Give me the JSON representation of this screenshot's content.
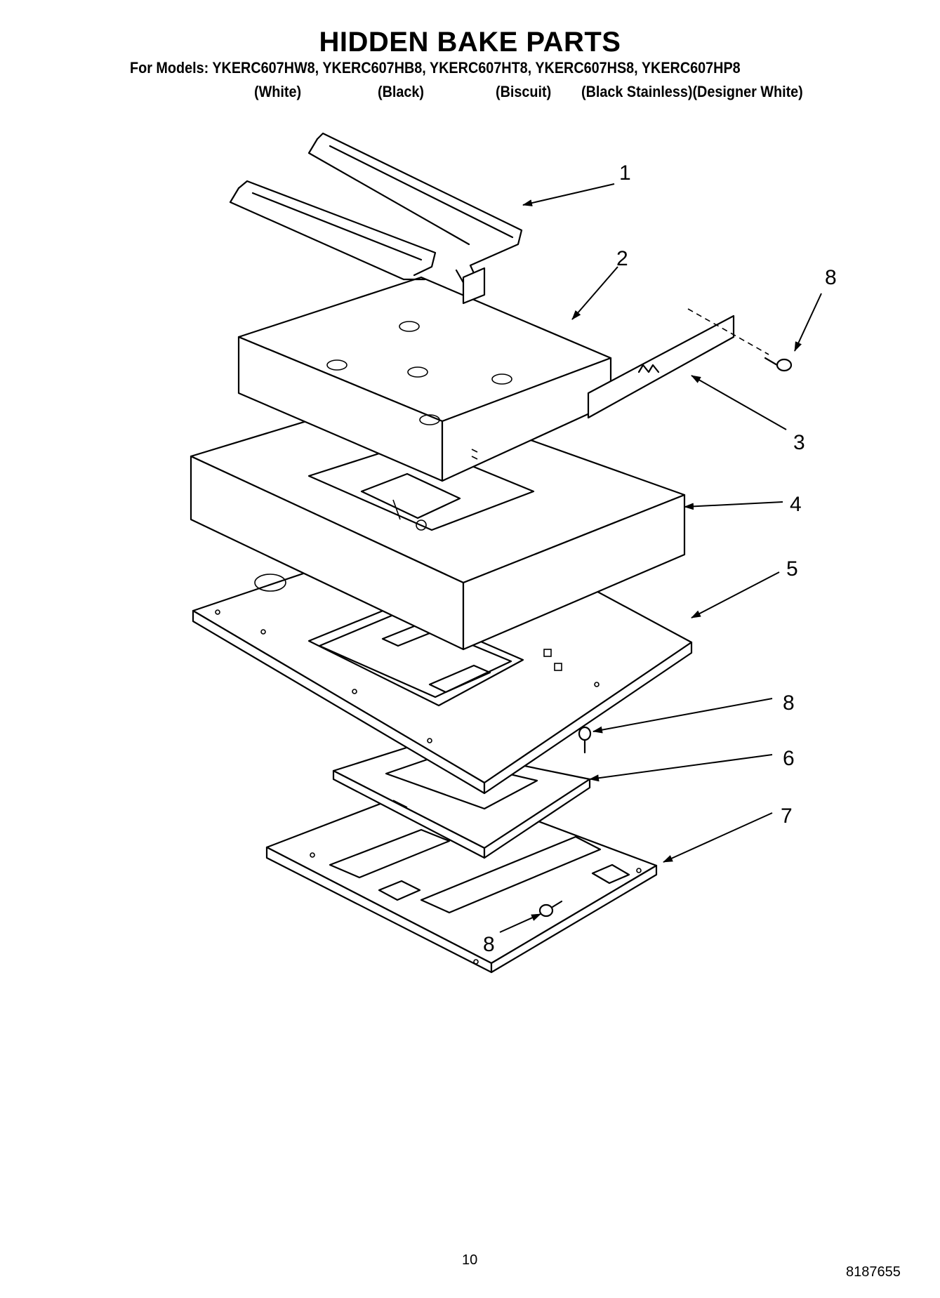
{
  "header": {
    "title": "HIDDEN BAKE PARTS",
    "models_line": "For Models: YKERC607HW8, YKERC607HB8, YKERC607HT8, YKERC607HS8, YKERC607HP8",
    "colors": [
      "(White)",
      "(Black)",
      "(Biscuit)",
      "(Black Stainless)(Designer White)"
    ]
  },
  "callouts": [
    "1",
    "2",
    "8",
    "3",
    "4",
    "5",
    "8",
    "6",
    "7",
    "8"
  ],
  "footer": {
    "page_number": "10",
    "document_number": "8187655"
  }
}
